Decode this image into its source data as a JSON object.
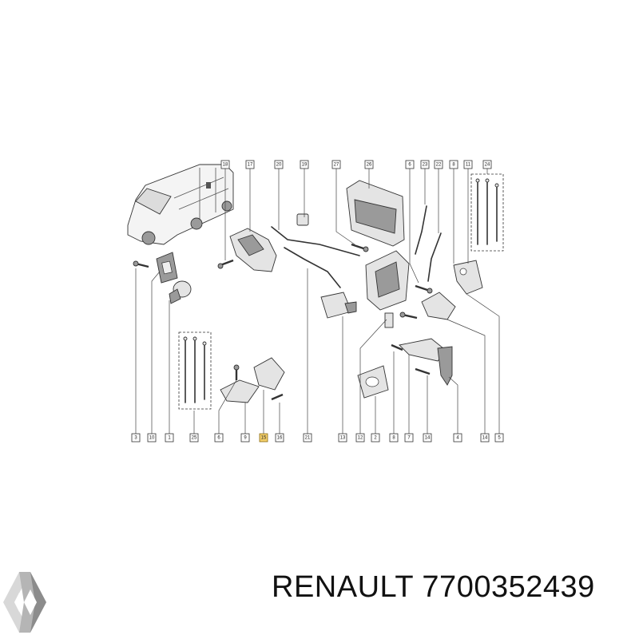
{
  "callouts": [
    {
      "id": "c18",
      "label": "18"
    },
    {
      "id": "c17",
      "label": "17"
    },
    {
      "id": "c20",
      "label": "20"
    },
    {
      "id": "c19",
      "label": "19"
    },
    {
      "id": "c27",
      "label": "27"
    },
    {
      "id": "c26",
      "label": "26"
    },
    {
      "id": "c6t",
      "label": "6"
    },
    {
      "id": "c23",
      "label": "23"
    },
    {
      "id": "c22",
      "label": "22"
    },
    {
      "id": "c8t",
      "label": "8"
    },
    {
      "id": "c11",
      "label": "11"
    },
    {
      "id": "c24",
      "label": "24"
    },
    {
      "id": "c3",
      "label": "3"
    },
    {
      "id": "c10",
      "label": "10"
    },
    {
      "id": "c1",
      "label": "1"
    },
    {
      "id": "c25",
      "label": "25"
    },
    {
      "id": "c6b",
      "label": "6"
    },
    {
      "id": "c9",
      "label": "9"
    },
    {
      "id": "c15",
      "label": "15",
      "highlight": true
    },
    {
      "id": "c16",
      "label": "16"
    },
    {
      "id": "c21",
      "label": "21"
    },
    {
      "id": "c13",
      "label": "13"
    },
    {
      "id": "c12",
      "label": "12"
    },
    {
      "id": "c2",
      "label": "2"
    },
    {
      "id": "c8b",
      "label": "8"
    },
    {
      "id": "c7",
      "label": "7"
    },
    {
      "id": "c14a",
      "label": "14"
    },
    {
      "id": "c4",
      "label": "4"
    },
    {
      "id": "c14b",
      "label": "14"
    },
    {
      "id": "c5",
      "label": "5"
    }
  ],
  "caption": {
    "brand": "RENAULT",
    "part_number": "7700352439"
  },
  "colors": {
    "highlight": "#f3cf6a",
    "logo_light": "#d8d8d8",
    "logo_dark": "#8c8c8c"
  },
  "icons": {
    "logo": "renault-diamond-logo"
  }
}
